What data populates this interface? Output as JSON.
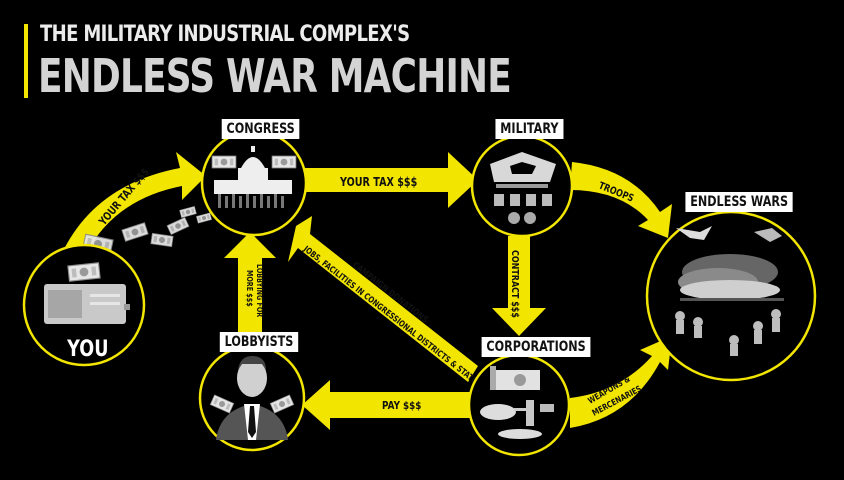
{
  "title": {
    "subtitle": "THE MILITARY INDUSTRIAL COMPLEX'S",
    "main": "ENDLESS WAR MACHINE"
  },
  "nodes": {
    "you": {
      "label": "YOU",
      "icon": "wallet-icon"
    },
    "congress": {
      "label": "CONGRESS",
      "icon": "capitol-building-icon"
    },
    "military": {
      "label": "MILITARY",
      "icon": "pentagon-icon"
    },
    "endless_wars": {
      "label": "ENDLESS WARS",
      "icon": "battle-scene-icon"
    },
    "lobbyists": {
      "label": "LOBBYISTS",
      "icon": "businessman-icon"
    },
    "corporations": {
      "label": "CORPORATIONS",
      "icon": "weapons-money-icon"
    }
  },
  "arrows": {
    "you_to_congress": "YOUR TAX $$$",
    "congress_to_military": "YOUR TAX $$$",
    "military_to_wars": "TROOPS",
    "military_to_corporations": "CONTRACT $$$",
    "corporations_to_congress_line1": "CAMPAIGN DONATIONS",
    "corporations_to_congress_line2": "JOBS, FACILITIES IN CONGRESSIONAL DISTRICTS & STATES",
    "corporations_to_lobbyists": "PAY $$$",
    "lobbyists_to_congress_line1": "LOBBYING FOR",
    "lobbyists_to_congress_line2": "MORE $$$",
    "corporations_to_wars_line1": "WEAPONS &",
    "corporations_to_wars_line2": "MERCENARIES"
  },
  "colors": {
    "accent": "#f2e500",
    "background": "#000000",
    "label_bg": "#ffffff",
    "icon_gray": "#bdbdbd"
  }
}
